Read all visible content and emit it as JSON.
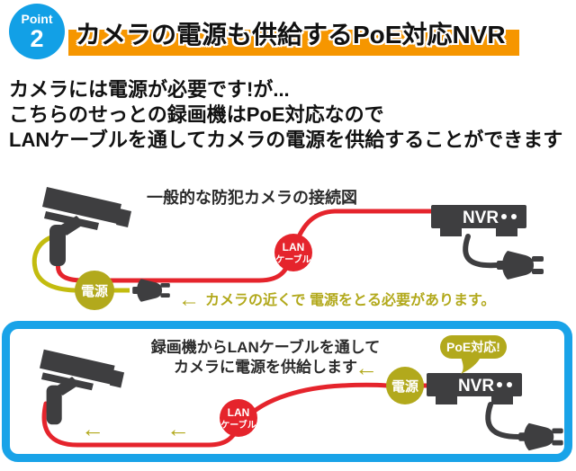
{
  "header": {
    "badge": {
      "label": "Point",
      "number": "2"
    },
    "title": "カメラの電源も供給するPoE対応NVR"
  },
  "intro": {
    "lines": [
      "カメラには電源が必要です!が...",
      "こちらのせっとの録画機はPoE対応なので",
      "LANケーブルを通してカメラの電源を供給することができます"
    ]
  },
  "diagram1": {
    "title": "一般的な防犯カメラの接続図",
    "lan_line1": "LAN",
    "lan_line2": "ケーブル",
    "power_label": "電源",
    "nvr_label": "NVR",
    "note_arrow": "←",
    "note": "カメラの近くで 電源をとる必要があります。"
  },
  "diagram2": {
    "title_line1": "録画機からLANケーブルを通して",
    "title_line2": "カメラに電源を供給します",
    "lan_line1": "LAN",
    "lan_line2": "ケーブル",
    "power_label": "電源",
    "poe_badge": "PoE対応!",
    "nvr_label": "NVR",
    "arrow": "←"
  },
  "colors": {
    "accent_blue": "#12a0e6",
    "banner_orange": "#f69600",
    "cable_red": "#e5242c",
    "olive_yellow": "#b2a91c",
    "cable_yellow": "#c3bc0f",
    "device_gray": "#3e3e40"
  }
}
